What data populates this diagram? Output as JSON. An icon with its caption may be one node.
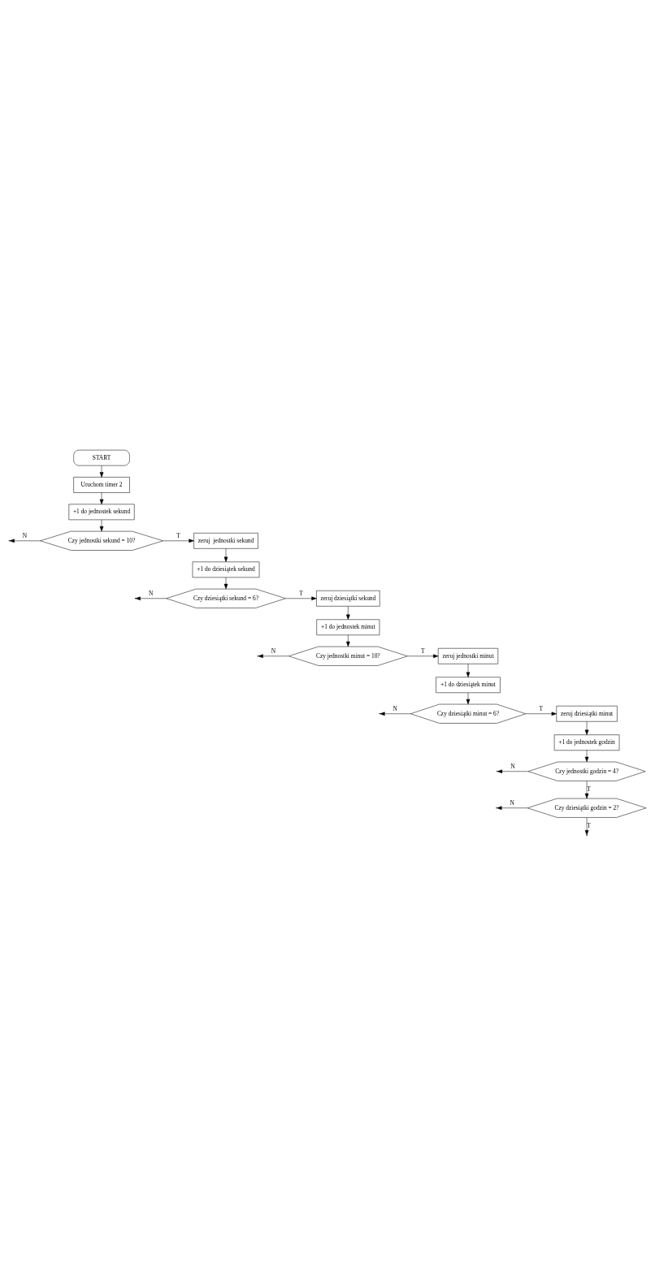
{
  "diagram": {
    "nodes": [
      {
        "text": [
          "START"
        ]
      },
      {
        "text": [
          "Uruchom timer 2"
        ]
      },
      {
        "text": [
          "+1 do jednostek sekund"
        ]
      },
      {
        "text": [
          "Czy jednostki sekund = 10?"
        ]
      },
      {
        "text": [
          "zeruj  jednostki sekund"
        ]
      },
      {
        "text": [
          "+1 do dziesiątek sekund"
        ]
      },
      {
        "text": [
          "Czy dziesiątki sekund = 6?"
        ]
      },
      {
        "text": [
          "zeruj dziesiątki sekund"
        ]
      },
      {
        "text": [
          "+1 do jednostek minut"
        ]
      },
      {
        "text": [
          "Czy jednostki minut = 10?"
        ]
      },
      {
        "text": [
          "zeruj jednostki minut"
        ]
      },
      {
        "text": [
          "+1 do dziesiątek minut"
        ]
      },
      {
        "text": [
          "Czy dziesiątki minut = 6?"
        ]
      },
      {
        "text": [
          "zeruj dziesiątki minut"
        ]
      },
      {
        "text": [
          "+1 do jednostek godzin"
        ]
      },
      {
        "text": [
          "Czy jednostki godzin = 4?"
        ]
      },
      {
        "text": [
          "Czy dziesiątki godzin = 2?"
        ]
      }
    ],
    "edges": [
      {
        "from": 0,
        "to": 1,
        "arrow": "to"
      },
      {
        "from": 1,
        "to": 2,
        "arrow": "to"
      },
      {
        "from": 2,
        "to": 3,
        "arrow": "to"
      },
      {
        "from": 3,
        "to": null,
        "arrow": "to",
        "label": "N"
      },
      {
        "from": 3,
        "to": 4,
        "arrow": "to",
        "label": "T"
      },
      {
        "from": 4,
        "to": 5,
        "arrow": "to"
      },
      {
        "from": 5,
        "to": 6,
        "arrow": "to"
      },
      {
        "from": 6,
        "to": null,
        "arrow": "to",
        "label": "N"
      },
      {
        "from": 6,
        "to": 7,
        "arrow": "to",
        "label": "T"
      },
      {
        "from": 7,
        "to": 8,
        "arrow": "to"
      },
      {
        "from": 8,
        "to": 9,
        "arrow": "to"
      },
      {
        "from": 9,
        "to": null,
        "arrow": "to",
        "label": "N"
      },
      {
        "from": 9,
        "to": 10,
        "arrow": "to",
        "label": "T"
      },
      {
        "from": 10,
        "to": 11,
        "arrow": "to"
      },
      {
        "from": 11,
        "to": 12,
        "arrow": "to"
      },
      {
        "from": 12,
        "to": null,
        "arrow": "to",
        "label": "N"
      },
      {
        "from": 12,
        "to": 13,
        "arrow": "to",
        "label": "T"
      },
      {
        "from": 13,
        "to": 14,
        "arrow": "to"
      },
      {
        "from": 14,
        "to": 15,
        "arrow": "to"
      },
      {
        "from": 15,
        "to": null,
        "arrow": "to",
        "label": "N"
      },
      {
        "from": 15,
        "to": 16,
        "arrow": "to",
        "label": "T"
      },
      {
        "from": 16,
        "to": null,
        "arrow": "to",
        "label": "N"
      },
      {
        "from": 16,
        "to": null,
        "arrow": "to",
        "label": "T"
      }
    ]
  }
}
